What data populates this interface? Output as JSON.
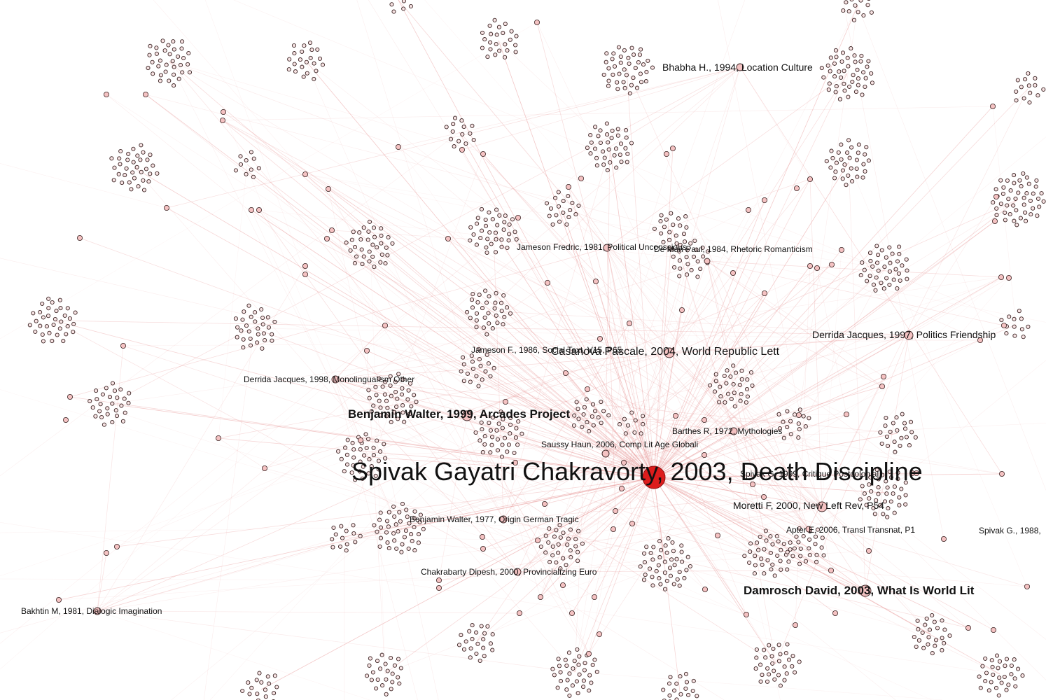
{
  "graph": {
    "colors": {
      "background": "#ffffff",
      "edge": "#e89a9a",
      "hub_fill": "#dd1c1c",
      "node_fill": "#f4c2c2",
      "node_stroke": "#3a2323",
      "leaf_fill": "#f7e3e3"
    },
    "labels": {
      "spivak_death": "Spivak Gayatri Chakravorty, 2003, Death Discipline",
      "bhabha": "Bhabha H., 1994, Location Culture",
      "jameson_political": "Jameson Fredric, 1981, Political Unconscious",
      "deman": "De Man Paul, 1984, Rhetoric Romanticism",
      "derrida_politics": "Derrida Jacques, 1997, Politics Friendship",
      "jameson_social": "Jameson F., 1986, Social Text, V15, P65",
      "casanova": "Casanova Pascale, 2004, World Republic Lett",
      "derrida_mono": "Derrida Jacques, 1998, Monolingualism Other",
      "benjamin_arcades": "Benjamin Walter, 1999, Arcades Project",
      "barthes": "Barthes R, 1972, Mythologies",
      "saussy": "Saussy Haun, 2006, Comp Lit Age Globali",
      "spivak_critique": "Spivak G. 1999, Critique Postcolonial",
      "moretti": "Moretti F, 2000, New Left Rev, P54",
      "benjamin_origin": "Benjamin Walter, 1977, Origin German Tragic",
      "apter": "Apter E, 2006, Transl Transnat, P1",
      "spivak_1988": "Spivak G., 1988,",
      "chakrabarty": "Chakrabarty Dipesh, 2000, Provincializing Euro",
      "damrosch": "Damrosch David, 2003, What Is World Lit",
      "bakhtin": "Bakhtin M, 1981, Dialogic Imagination"
    }
  }
}
